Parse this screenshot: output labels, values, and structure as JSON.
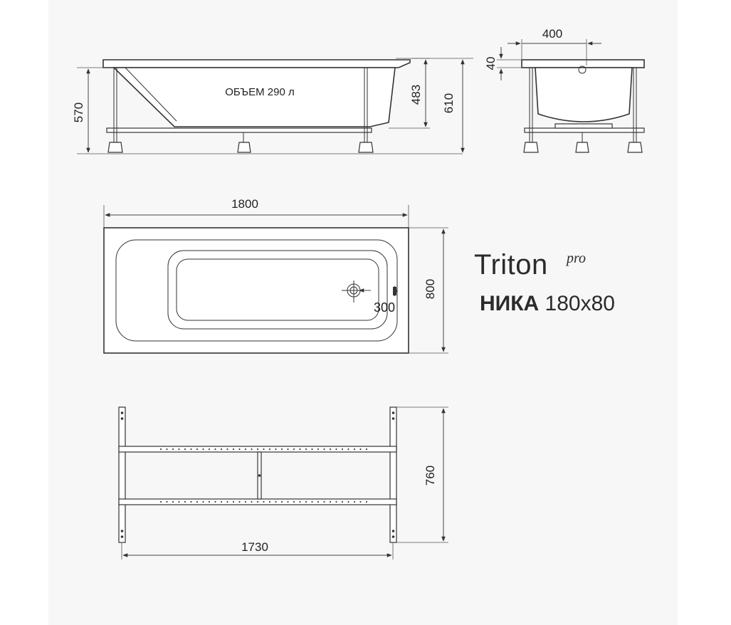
{
  "brand": {
    "name": "Triton",
    "suffix": "pro"
  },
  "model": {
    "name": "НИКА",
    "size": "180x80"
  },
  "side_view": {
    "volume_label": "ОБЪЕМ 290 л",
    "dim_height_left": "570",
    "dim_depth_inner": "483",
    "dim_height_total": "610"
  },
  "end_view": {
    "dim_width": "400",
    "dim_rim": "40"
  },
  "top_view": {
    "dim_length": "1800",
    "dim_width": "800",
    "dim_drain": "300"
  },
  "frame_view": {
    "dim_width": "760",
    "dim_length": "1730"
  },
  "colors": {
    "line": "#333333",
    "background_panel": "#f7f7f7",
    "text": "#2b2b2b"
  }
}
